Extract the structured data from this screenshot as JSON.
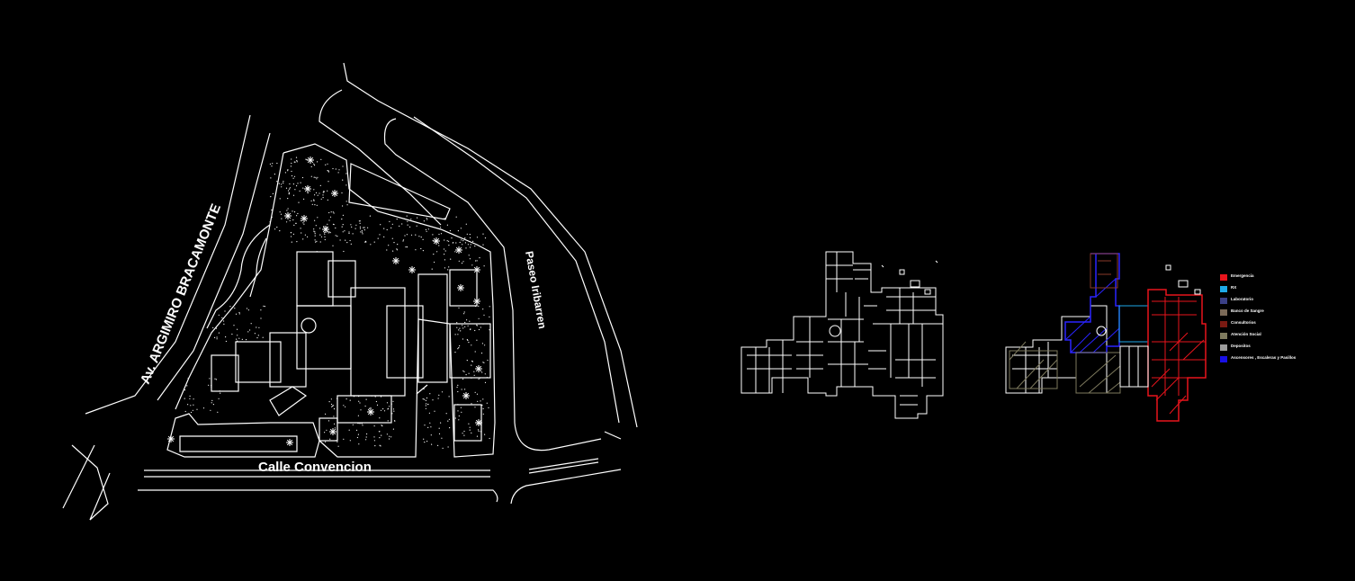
{
  "streets": {
    "av_argimiro": "Av. ARGIMIRO BRACAMONTE",
    "calle_convencion": "Calle Convencion",
    "paseo_iribarren": "Paseo Iribarren"
  },
  "legend": [
    {
      "label": "Emergencia",
      "color": "#e8141c"
    },
    {
      "label": "RX",
      "color": "#1ea9e8"
    },
    {
      "label": "Laboratorio",
      "color": "#3a3f86"
    },
    {
      "label": "Banco de Sangre",
      "color": "#7b6a58"
    },
    {
      "label": "Consultorios",
      "color": "#7a1a12"
    },
    {
      "label": "Atención Social",
      "color": "#7e7a5e"
    },
    {
      "label": "Depositos",
      "color": "#9c9c9c"
    },
    {
      "label": "Ascensores , Escaleras y Pasillos",
      "color": "#1810e6"
    }
  ]
}
